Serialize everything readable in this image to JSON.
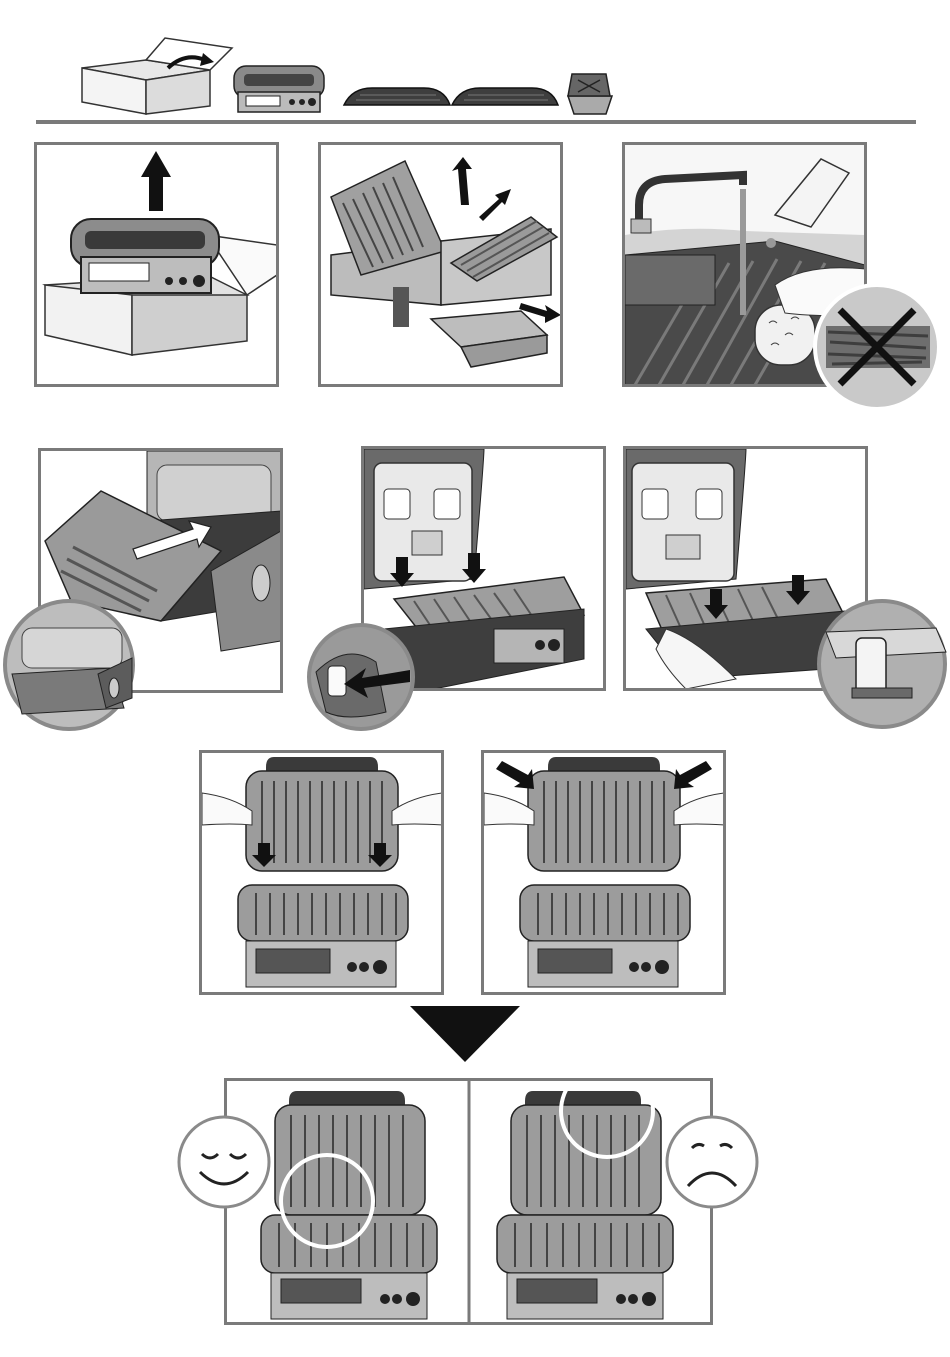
{
  "page": {
    "type": "wordless instruction sheet",
    "colors": {
      "frame": "#7a7a7a",
      "ink": "#1a1a1a",
      "grill": "#9a9a9a",
      "dark": "#3a3a3a",
      "light": "#d8d8d8",
      "good_circle": "#ffffff"
    }
  },
  "header_items": [
    {
      "name": "packaging-box-icon"
    },
    {
      "name": "grill-unit-icon"
    },
    {
      "name": "grill-plate-icon"
    },
    {
      "name": "grill-plate-icon"
    },
    {
      "name": "drip-tray-icon"
    }
  ],
  "steps": [
    {
      "name": "step-unpack",
      "icon": "up-arrow-icon"
    },
    {
      "name": "step-remove-plates",
      "icon": "arrow-icon"
    },
    {
      "name": "step-wash-plates",
      "icon": "water-tap-icon",
      "forbidden": "no-scouring-pad-icon"
    },
    {
      "name": "step-insert-drip-tray",
      "icon": "arrow-icon"
    },
    {
      "name": "step-fit-lower-plate",
      "icon": "down-arrow-icon"
    },
    {
      "name": "step-clip-lower-plate",
      "icon": "down-arrow-icon"
    },
    {
      "name": "step-fit-upper-plate",
      "icon": "down-arrow-icon"
    },
    {
      "name": "step-clip-upper-plate",
      "icon": "arrow-icon"
    }
  ],
  "result": {
    "correct": {
      "icon": "smiley-happy-icon"
    },
    "incorrect": {
      "icon": "smiley-sad-icon"
    }
  }
}
